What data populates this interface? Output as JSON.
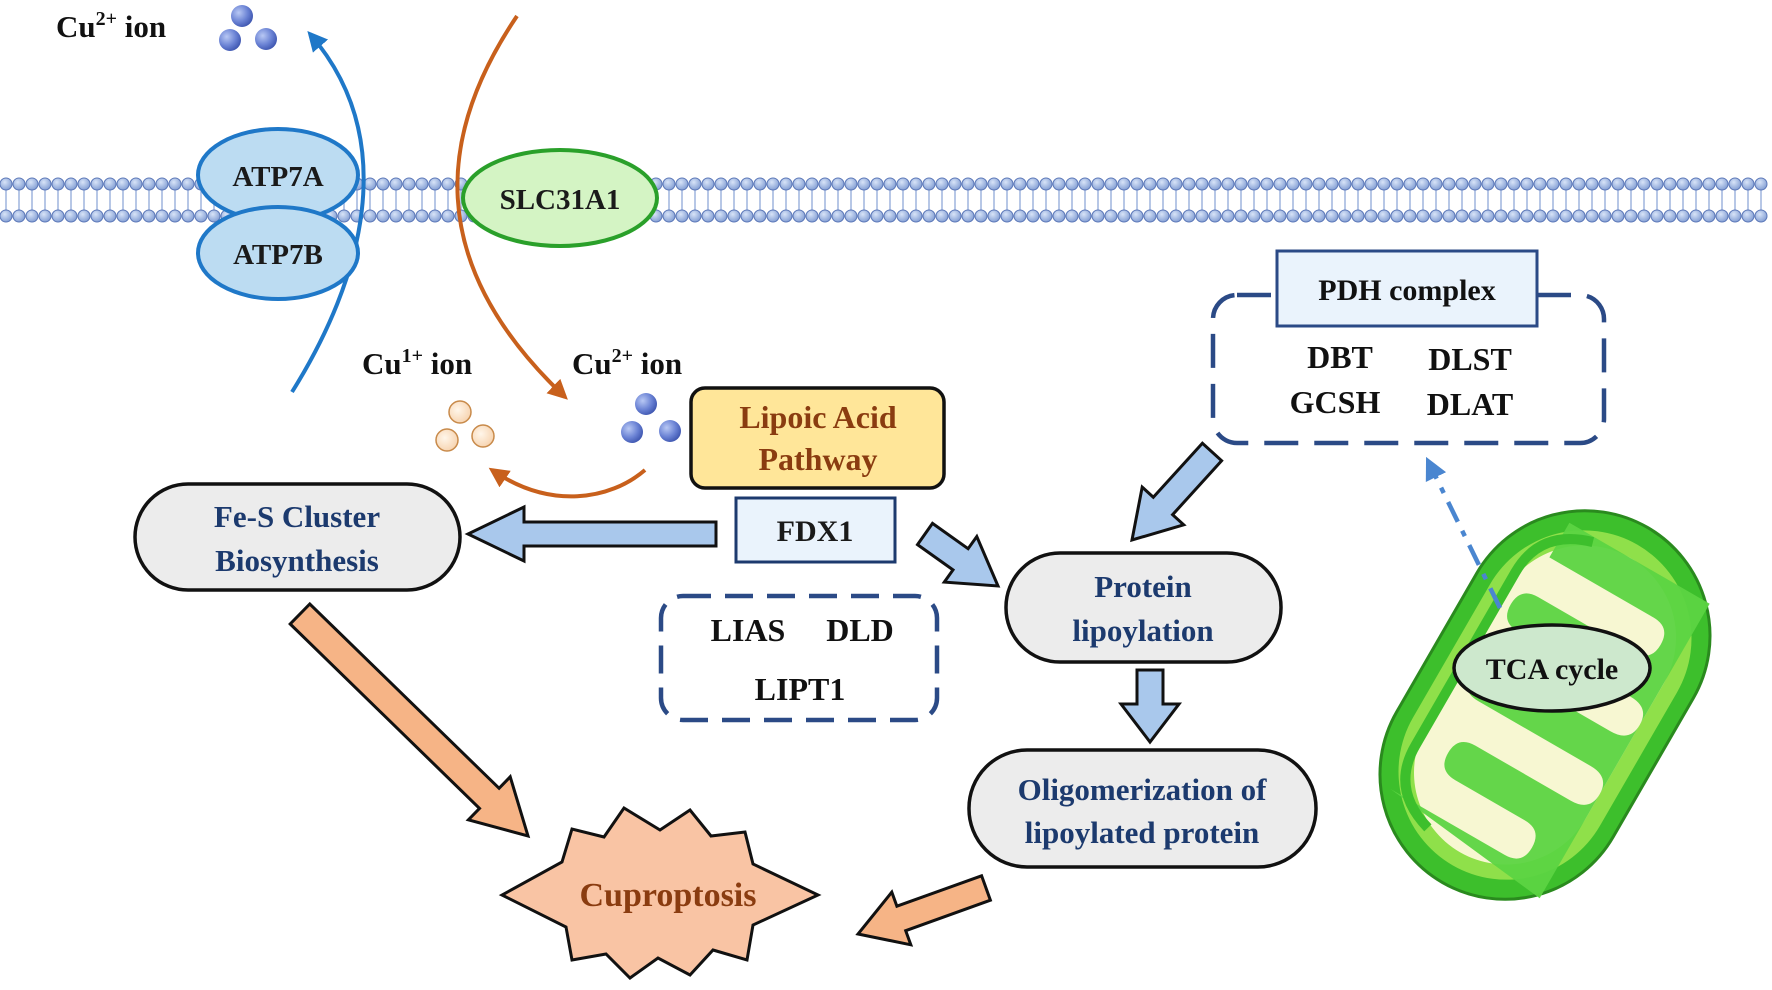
{
  "ions": {
    "cu2_outside": {
      "base": "Cu",
      "sup": "2+",
      "suffix": " ion"
    },
    "cu1_inside": {
      "base": "Cu",
      "sup": "1+",
      "suffix": " ion"
    },
    "cu2_inside": {
      "base": "Cu",
      "sup": "2+",
      "suffix": " ion"
    }
  },
  "transporters": {
    "atp7a": "ATP7A",
    "atp7b": "ATP7B",
    "slc31a1": "SLC31A1"
  },
  "lipoic_acid": {
    "line1": "Lipoic Acid",
    "line2": "Pathway"
  },
  "fdx1": "FDX1",
  "fes": {
    "line1": "Fe-S Cluster",
    "line2": "Biosynthesis"
  },
  "lias_group": {
    "lias": "LIAS",
    "dld": "DLD",
    "lipt1": "LIPT1"
  },
  "protein_lipoylation": {
    "line1": "Protein",
    "line2": "lipoylation"
  },
  "oligomerization": {
    "line1": "Oligomerization of",
    "line2": "lipoylated protein"
  },
  "pdh": {
    "title": "PDH complex",
    "dbt": "DBT",
    "dlst": "DLST",
    "gcsh": "GCSH",
    "dlat": "DLAT"
  },
  "tca": "TCA cycle",
  "cuproptosis": "Cuproptosis",
  "colors": {
    "blue_line": "#1f78c8",
    "orange_line": "#c8601c",
    "membrane": "#7a9ad0",
    "arrow_blue_fill": "#a9c8ec",
    "arrow_orange_fill": "#f6b486",
    "navy_text": "#1c3a6e",
    "brown_text": "#8a3c10",
    "lipoic_fill": "#ffe699",
    "atp_fill": "#bcdcf2",
    "slc_fill": "#d4f4c4",
    "slc_stroke": "#2aa02a",
    "node_fill": "#ececec",
    "dashed_navy": "#2b4a86",
    "mito_outer": "#3dbf2c",
    "mito_inner": "#8fe04a",
    "mito_cristae": "#f7f7d2"
  }
}
